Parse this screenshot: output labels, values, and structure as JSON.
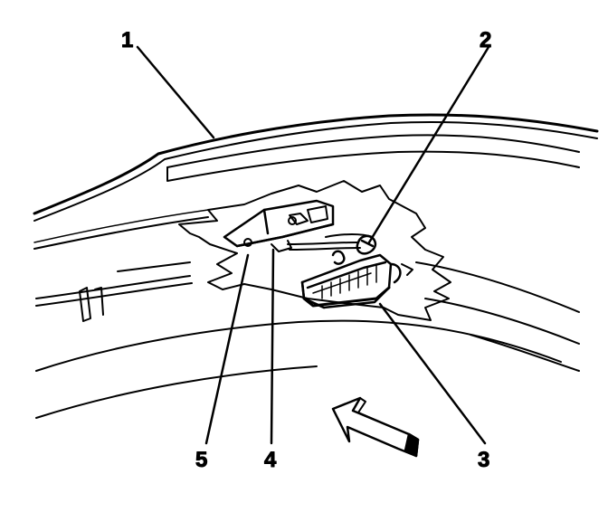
{
  "diagram": {
    "colors": {
      "ink": "#000000",
      "paper": "#ffffff"
    },
    "callouts": [
      {
        "id": "1",
        "label": "1"
      },
      {
        "id": "2",
        "label": "2"
      },
      {
        "id": "3",
        "label": "3"
      },
      {
        "id": "4",
        "label": "4"
      },
      {
        "id": "5",
        "label": "5"
      }
    ],
    "icons": [
      "direction-arrow-icon"
    ]
  }
}
